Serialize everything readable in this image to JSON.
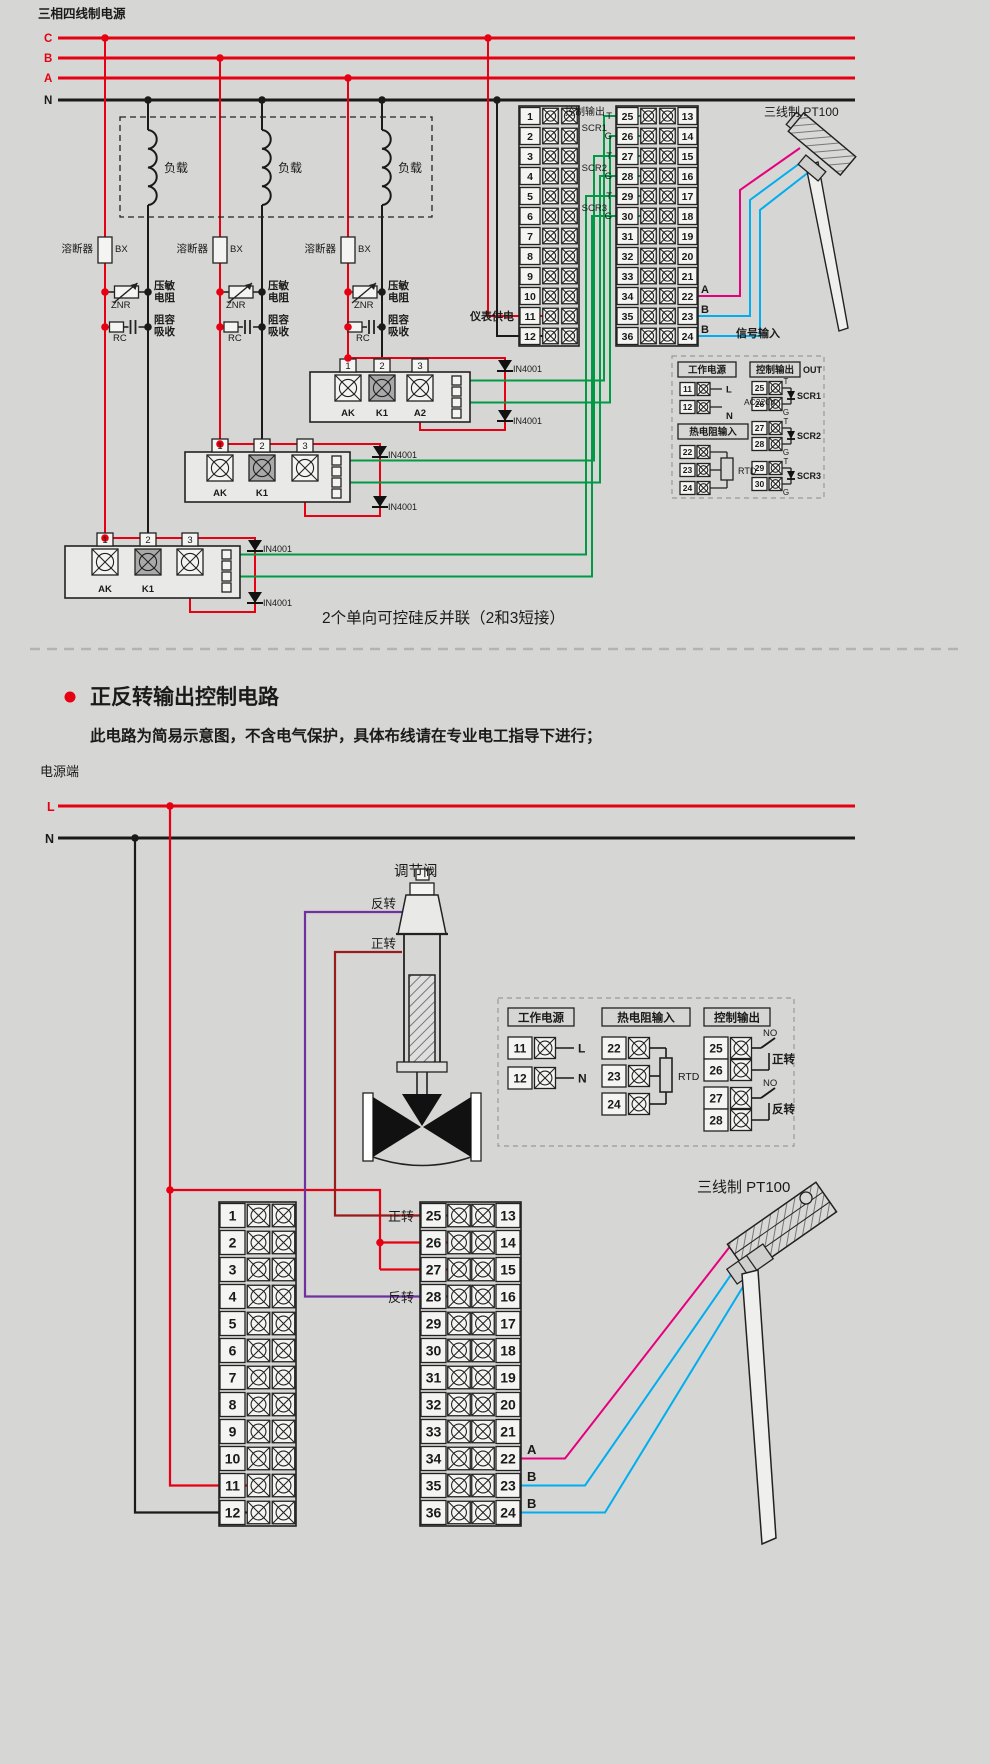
{
  "labels": {
    "L": "L",
    "N": "N",
    "T": "T",
    "G": "G",
    "forward": "正转",
    "reverse": "反转",
    "working_power": "工作电源",
    "rtd_input": "热电阻输入",
    "control_output": "控制输出",
    "pt100": "三线制 PT100",
    "no": "NO",
    "out": "OUT",
    "rtd": "RTD",
    "voltage": "AC220V"
  },
  "numbers": {
    "n1_12": [
      "1",
      "2",
      "3",
      "4",
      "5",
      "6",
      "7",
      "8",
      "9",
      "10",
      "11",
      "12"
    ],
    "n13_24": [
      "13",
      "14",
      "15",
      "16",
      "17",
      "18",
      "19",
      "20",
      "21",
      "22",
      "23",
      "24"
    ],
    "n25_36": [
      "25",
      "26",
      "27",
      "28",
      "29",
      "30",
      "31",
      "32",
      "33",
      "34",
      "35",
      "36"
    ]
  },
  "scr": [
    "SCR1",
    "SCR2",
    "SCR3"
  ],
  "sensor_wires": [
    "A",
    "B",
    "B"
  ],
  "top": {
    "title": "三相四线制电源",
    "phases": [
      "C",
      "B",
      "A",
      "N"
    ],
    "load": "负载",
    "fuse": "溶断器",
    "fuse_code": "BX",
    "varistor1": "压敏",
    "varistor2": "电阻",
    "varistor_code": "ZNR",
    "rc1": "阻容",
    "rc2": "吸收",
    "rc_code": "RC",
    "module_terminals": [
      "1",
      "2",
      "3"
    ],
    "module_labels": [
      [
        "AK",
        "K1",
        "A2"
      ],
      [
        "AK",
        "K1"
      ],
      [
        "AK",
        "K1"
      ]
    ],
    "diode": "IN4001",
    "supply": "仪表供电",
    "signal": "信号输入",
    "caption": "2个单向可控硅反并联（2和3短接）"
  },
  "section2": {
    "title": "正反转输出控制电路",
    "subtitle": "此电路为简易示意图，不含电气保护，具体布线请在专业电工指导下进行；",
    "power": "电源端",
    "valve": "调节阀"
  },
  "colors": {
    "red": "#e60012",
    "green": "#009944",
    "cyan": "#00aeef",
    "magenta": "#e6007e",
    "purple": "#7030a0",
    "darkred": "#9b1b1b",
    "black": "#1a1a1a"
  }
}
